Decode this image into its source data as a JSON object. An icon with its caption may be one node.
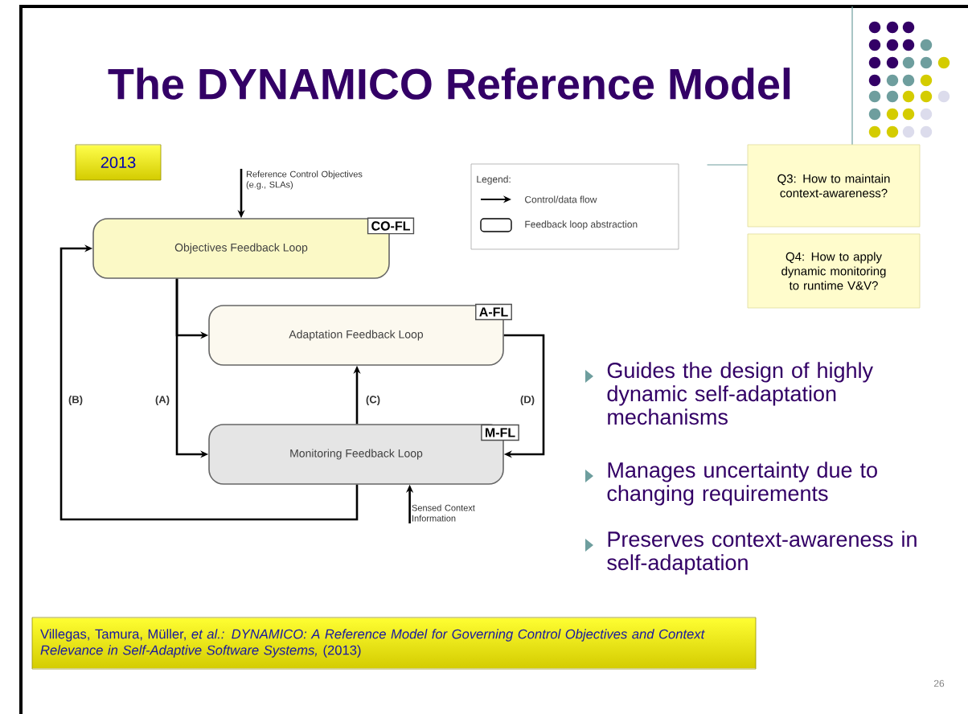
{
  "diagram": {
    "title": "The DYNAMICO Reference Model",
    "nodes": [
      {
        "text": [
          "2013"
        ]
      },
      {
        "text": [
          "Reference Control Objectives (e.g., SLAs)"
        ]
      },
      {
        "text": [
          "Objectives Feedback Loop",
          "CO-FL"
        ]
      },
      {
        "text": [
          "Adaptation Feedback Loop",
          "A-FL"
        ]
      },
      {
        "text": [
          "Monitoring Feedback Loop",
          "M-FL"
        ]
      },
      {
        "text": [
          "Sensed Context Information"
        ]
      },
      {
        "text": [
          "Q3: How to maintain context-awareness?"
        ]
      },
      {
        "text": [
          "Q4: How to apply dynamic monitoring to runtime V&V?"
        ]
      },
      {
        "text": [
          "Villegas, Tamura, Müller, *et al.: DYNAMICO: A Reference Model for Governing Control Objectives and Context Relevance in Self-Adaptive Software Systems,* (2013)"
        ]
      }
    ],
    "edges": [
      {
        "from": 1,
        "to": 2,
        "arrow": "to"
      },
      {
        "from": 2,
        "to": 3,
        "arrow": "to"
      },
      {
        "from": 2,
        "to": 4,
        "arrow": "to",
        "label": "(A)"
      },
      {
        "from": 4,
        "to": 2,
        "arrow": "to",
        "label": "(B)"
      },
      {
        "from": 4,
        "to": 3,
        "arrow": "to",
        "label": "(C)"
      },
      {
        "from": 3,
        "to": 4,
        "arrow": "to",
        "label": "(D)"
      },
      {
        "from": 5,
        "to": 4,
        "arrow": "to"
      },
      {
        "from": 6,
        "to": null,
        "arrow": "none",
        "color": "#6e9e9e"
      }
    ],
    "labels": [
      "Legend:",
      "Guides the design of highly dynamic self-adaptation mechanisms",
      "Manages uncertainty due to changing requirements",
      "Preserves context-awareness  in self-adaptation",
      "26"
    ],
    "legend": [
      {
        "text": "Control/data flow"
      },
      {
        "text": "Feedback loop abstraction"
      }
    ]
  }
}
